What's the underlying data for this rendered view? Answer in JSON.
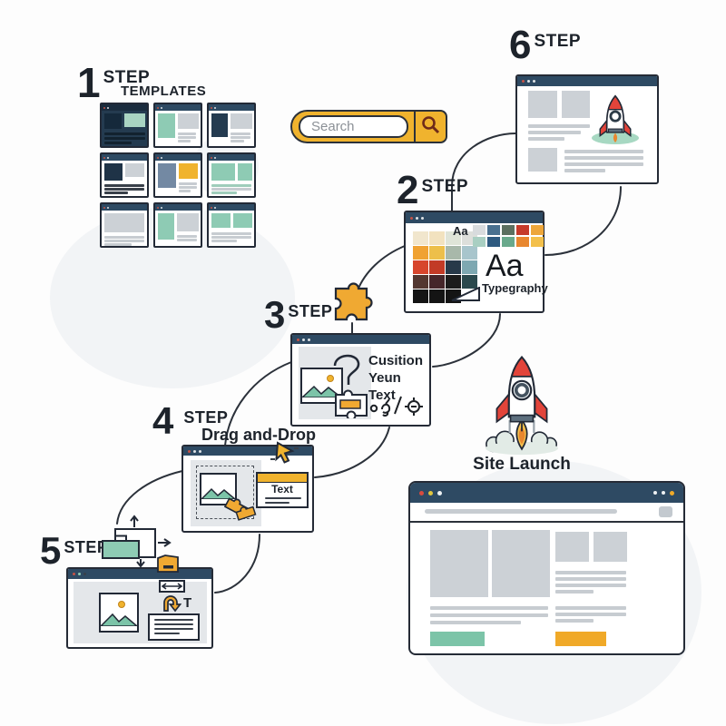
{
  "colors": {
    "navy_header": "#2e4a63",
    "dark_navy": "#203a50",
    "teal": "#8ecbb4",
    "teal_button": "#7cc4a8",
    "yellow": "#f0b32e",
    "orange_button": "#f0a928",
    "orange_flame": "#e8872f",
    "red": "#d8452c",
    "gray_block": "#ccd1d6",
    "outline": "#222936"
  },
  "step1": {
    "number": "1",
    "label": "STEP",
    "title": "TEMPLATES"
  },
  "step2": {
    "number": "2",
    "label": "STEP",
    "aa_small": "Aa",
    "aa_big": "Aa",
    "caption": "Typegraphy",
    "palette_rows": [
      [
        "#f1e6cd",
        "#f2e2bf",
        "#dfe4d8",
        "#dddfdb"
      ],
      [
        "#f0a232",
        "#edbf4a",
        "#a8b8aa",
        "#a8c5cc"
      ],
      [
        "#d7452c",
        "#c23a26",
        "#273949",
        "#7ea8b1"
      ],
      [
        "#533730",
        "#45262a",
        "#1c1c1c",
        "#2b494d"
      ],
      [
        "#141414",
        "#141414",
        "#141414"
      ]
    ],
    "swatch_rows": [
      [
        "#d8dbdd",
        "#49708f",
        "#5c7060",
        "#c63b2b",
        "#eda63a"
      ],
      [
        "#a9cfc2",
        "#2e5a80",
        "#69a98c",
        "#e8872f",
        "#f3c04b"
      ]
    ]
  },
  "step3": {
    "number": "3",
    "label": "STEP",
    "text_line1": "Cusition",
    "text_line2": "Yeun Text"
  },
  "step4": {
    "number": "4",
    "label": "STEP",
    "title": "Drag and-Drop",
    "card_label": "Text"
  },
  "step5": {
    "number": "5",
    "label": "STEP",
    "tool_letter": "T"
  },
  "step6": {
    "number": "6",
    "label": "STEP"
  },
  "search": {
    "placeholder": "Search"
  },
  "launch": {
    "title": "Site Launch"
  }
}
